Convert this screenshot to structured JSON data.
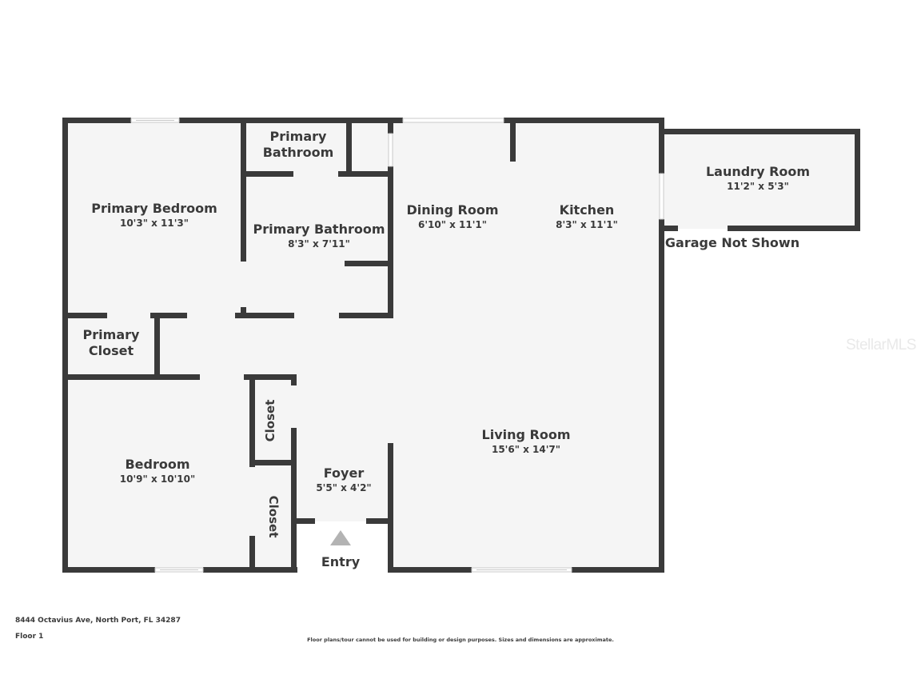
{
  "floorplan": {
    "address": "8444 Octavius Ave, North Port, FL 34287",
    "floor": "Floor 1",
    "disclaimer": "Floor plans/tour cannot be used for building or design purposes. Sizes and dimensions are approximate.",
    "watermark": "StellarMLS",
    "garage_note": "Garage Not Shown",
    "entry_label": "Entry",
    "colors": {
      "wall": "#3a3a3a",
      "floor": "#f5f5f5",
      "text": "#3a3a3a",
      "entry_arrow": "#b3b3b3"
    },
    "rooms": {
      "primary_bedroom": {
        "name": "Primary Bedroom",
        "dims": "10'3\" x 11'3\""
      },
      "primary_bathroom_small": {
        "name_line1": "Primary",
        "name_line2": "Bathroom"
      },
      "primary_bathroom": {
        "name": "Primary Bathroom",
        "dims": "8'3\" x 7'11\""
      },
      "dining_room": {
        "name": "Dining Room",
        "dims": "6'10\" x 11'1\""
      },
      "kitchen": {
        "name": "Kitchen",
        "dims": "8'3\" x 11'1\""
      },
      "laundry_room": {
        "name": "Laundry Room",
        "dims": "11'2\" x 5'3\""
      },
      "primary_closet": {
        "name_line1": "Primary",
        "name_line2": "Closet"
      },
      "bedroom": {
        "name": "Bedroom",
        "dims": "10'9\" x 10'10\""
      },
      "closet_upper": {
        "name": "Closet"
      },
      "closet_lower": {
        "name": "Closet"
      },
      "foyer": {
        "name": "Foyer",
        "dims": "5'5\" x 4'2\""
      },
      "living_room": {
        "name": "Living Room",
        "dims": "15'6\" x 14'7\""
      }
    }
  }
}
